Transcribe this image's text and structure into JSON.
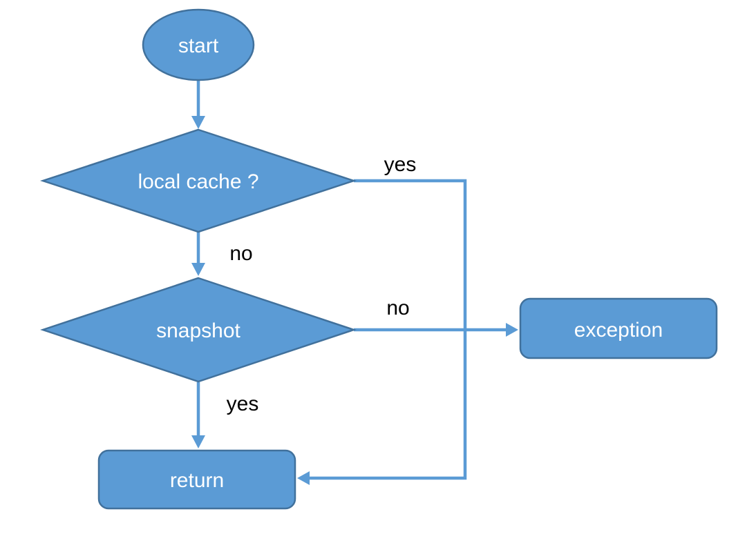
{
  "diagram": {
    "type": "flowchart",
    "colors": {
      "background": "#ffffff",
      "node_fill": "#5b9bd5",
      "node_border": "#41719c",
      "node_text": "#ffffff",
      "arrow": "#5b9bd5",
      "edge_label_text": "#000000"
    },
    "nodes": {
      "start": {
        "label": "start",
        "shape": "ellipse"
      },
      "local_cache": {
        "label": "local cache ?",
        "shape": "decision-diamond"
      },
      "snapshot": {
        "label": "snapshot",
        "shape": "decision-diamond"
      },
      "exception": {
        "label": "exception",
        "shape": "rounded-rectangle"
      },
      "return": {
        "label": "return",
        "shape": "rounded-rectangle"
      }
    },
    "edges": {
      "start_to_local_cache": {
        "from": "start",
        "to": "local_cache",
        "label": ""
      },
      "local_cache_yes": {
        "from": "local_cache",
        "to": "return",
        "label": "yes"
      },
      "local_cache_no": {
        "from": "local_cache",
        "to": "snapshot",
        "label": "no"
      },
      "snapshot_no": {
        "from": "snapshot",
        "to": "exception",
        "label": "no"
      },
      "snapshot_yes": {
        "from": "snapshot",
        "to": "return",
        "label": "yes"
      }
    }
  }
}
